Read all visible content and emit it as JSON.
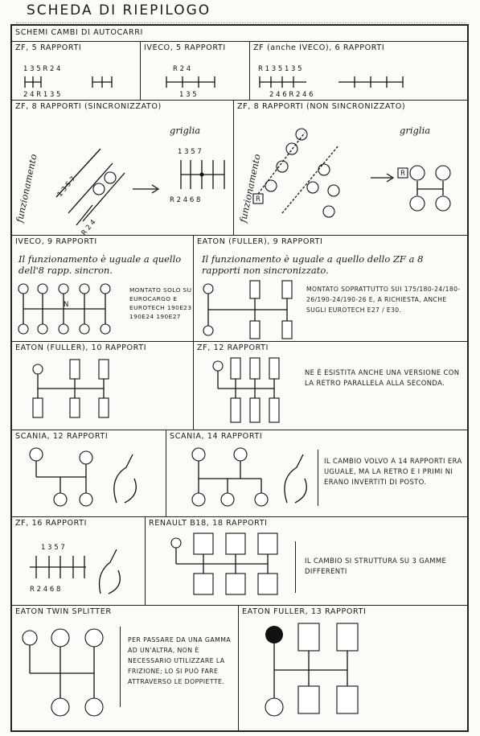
{
  "page_title": "SCHEDA DI RIEPILOGO",
  "section_title": "SCHEMI CAMBI DI AUTOCARRI",
  "cells": {
    "zf5": {
      "title": "ZF, 5 RAPPORTI",
      "top": "1 3 5   R 2 4",
      "bottom": "2 4 R   1 3 5"
    },
    "iveco5": {
      "title": "IVECO, 5 RAPPORTI",
      "top": "R 2 4",
      "bottom": "1 3 5"
    },
    "zf6": {
      "title": "ZF (anche IVECO), 6 RAPPORTI",
      "top": "R 1 3 5    1 3 5",
      "bottom": "2 4 6    R 2 4 6"
    },
    "zf8s": {
      "title": "ZF, 8 RAPPORTI (SINCRONIZZATO)",
      "script_left": "funzionamento",
      "script_right": "griglia",
      "grid_top": "1 3 5 7",
      "grid_bottom": "R 2 4 6 8"
    },
    "zf8n": {
      "title": "ZF, 8 RAPPORTI (NON SINCRONIZZATO)",
      "script_left": "funzionamento",
      "script_right": "griglia"
    },
    "iveco9": {
      "title": "IVECO, 9 RAPPORTI",
      "script": "Il funzionamento è uguale a quello dell'8 rapp. sincron.",
      "note": "MONTATO SOLO SU EUROCARGO E EUROTECH 190E23 190E24 190E27"
    },
    "eaton9": {
      "title": "EATON (FULLER), 9 RAPPORTI",
      "script": "Il funzionamento è uguale a quello dello ZF a 8 rapporti non sincronizzato.",
      "note": "MONTATO SOPRATTUTTO SUI 175/180-24/180-26/190-24/190-26 E, A RICHIESTA, ANCHE SUGLI EUROTECH E27 / E30."
    },
    "eaton10": {
      "title": "EATON (FULLER), 10 RAPPORTI"
    },
    "zf12": {
      "title": "ZF, 12 RAPPORTI",
      "note": "NE È ESISTITA ANCHE UNA VERSIONE CON LA RETRO PARALLELA ALLA SECONDA."
    },
    "scania12": {
      "title": "SCANIA, 12 RAPPORTI"
    },
    "scania14": {
      "title": "SCANIA, 14 RAPPORTI",
      "note": "IL CAMBIO VOLVO A 14 RAPPORTI ERA UGUALE, MA LA RETRO E I PRIMI NI ERANO INVERTITI DI POSTO."
    },
    "zf16": {
      "title": "ZF, 16 RAPPORTI",
      "top": "1 3 5 7",
      "bottom": "R 2 4 6 8"
    },
    "renault18": {
      "title": "RENAULT B18, 18 RAPPORTI",
      "note": "IL CAMBIO SI STRUTTURA SU 3 GAMME DIFFERENTI"
    },
    "twin": {
      "title": "EATON TWIN SPLITTER",
      "note": "PER PASSARE DA UNA GAMMA AD UN'ALTRA, NON È NECESSARIO UTILIZZARE LA FRIZIONE; LO SI PUÒ FARE ATTRAVERSO LE DOPPIETTE."
    },
    "fuller13": {
      "title": "EATON FULLER, 13 RAPPORTI"
    }
  }
}
